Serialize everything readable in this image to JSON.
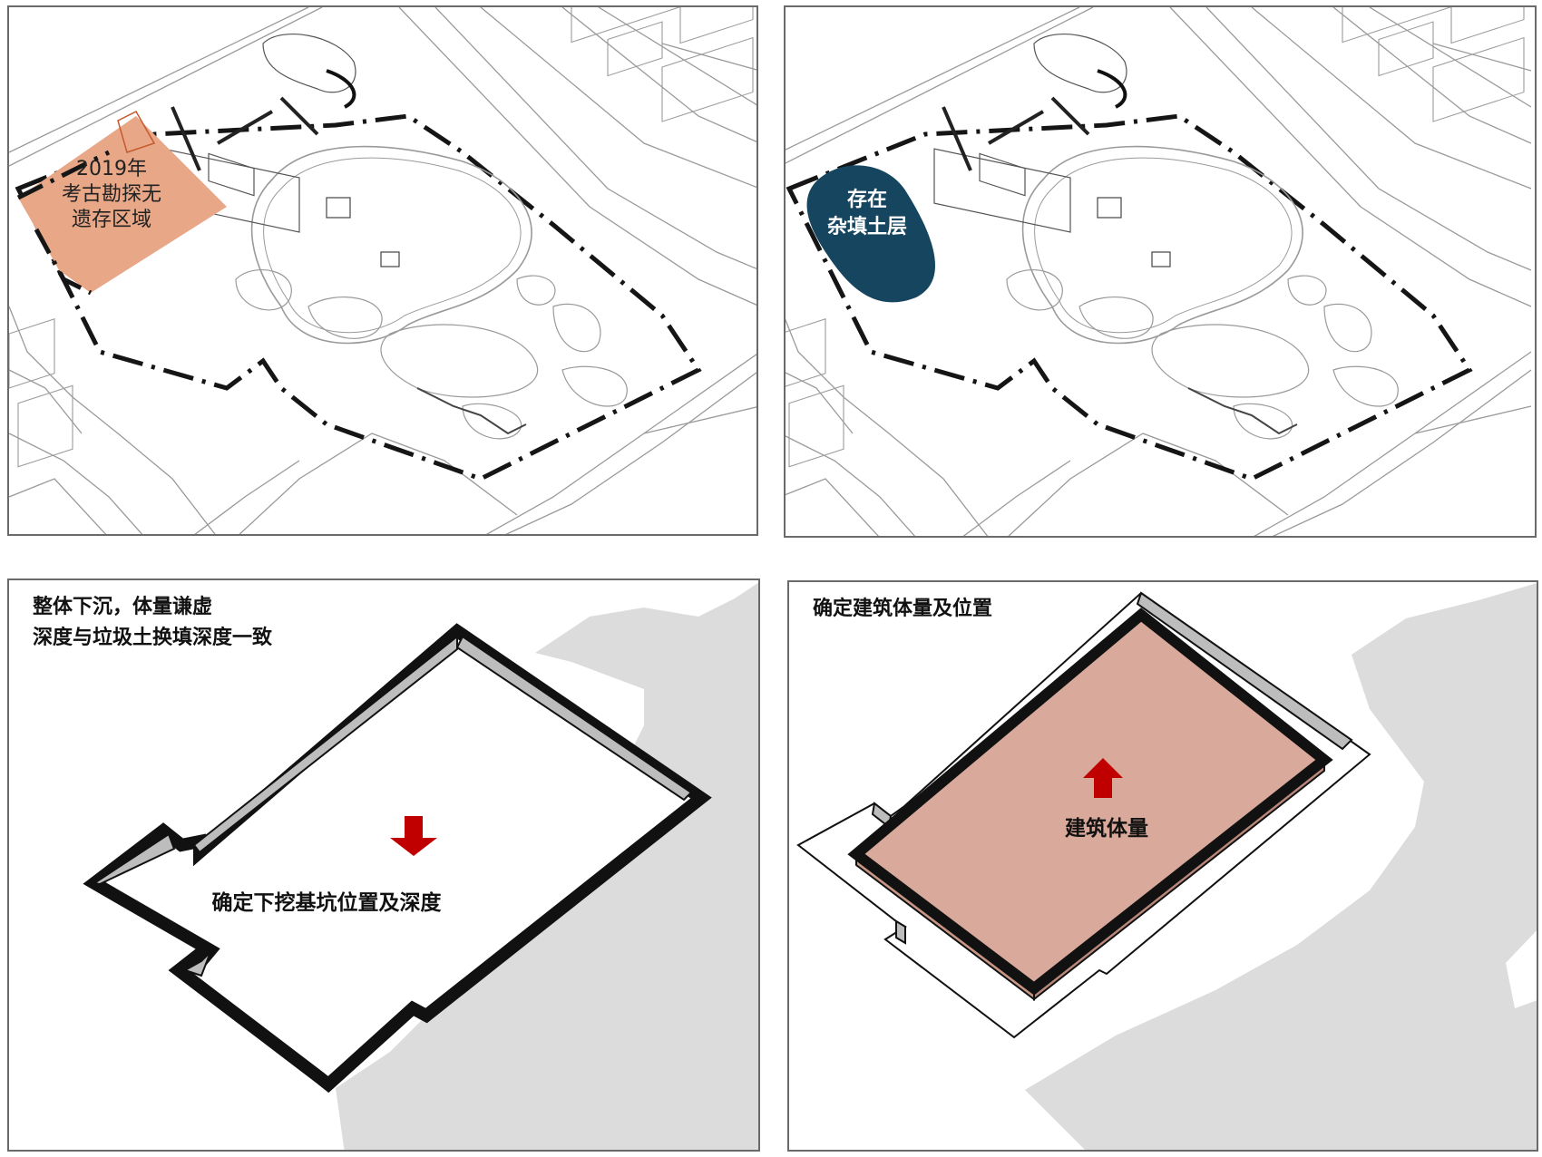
{
  "colors": {
    "frame": "#6a6a6a",
    "map_line": "#9a9a9a",
    "boundary": "#151515",
    "no_relic_area": "#e8a787",
    "fill_soil_area": "#16465f",
    "ground_shadow": "#dcdcdc",
    "building_volume": "#d9aa9b",
    "arrow": "#c00000"
  },
  "panels": [
    {
      "id": "p1",
      "label_lines": [
        "2019年",
        "考古勘探无",
        "遗存区域"
      ]
    },
    {
      "id": "p2",
      "label_lines": [
        "存在",
        "杂填土层"
      ]
    },
    {
      "id": "p3",
      "header_lines": [
        "整体下沉，体量谦虚",
        "深度与垃圾土换填深度一致"
      ],
      "center_label": "确定下挖基坑位置及深度",
      "arrow_direction": "down"
    },
    {
      "id": "p4",
      "header_lines": [
        "确定建筑体量及位置"
      ],
      "center_label": "建筑体量",
      "arrow_direction": "up"
    }
  ]
}
